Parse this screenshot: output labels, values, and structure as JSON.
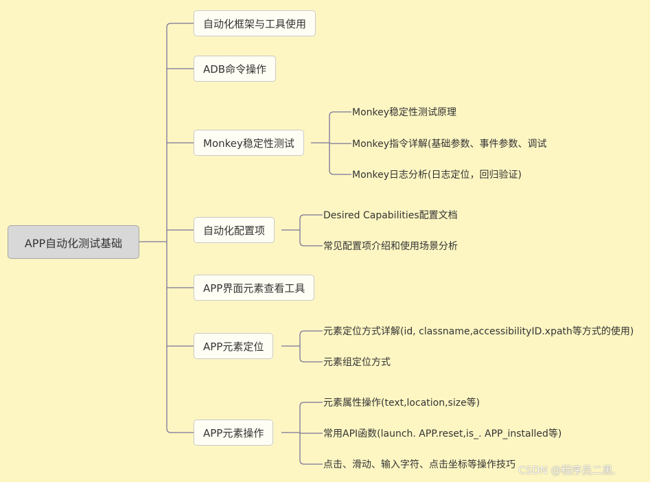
{
  "mindmap": {
    "root": "APP自动化测试基础",
    "branches": [
      {
        "label": "自动化框架与工具使用",
        "children": []
      },
      {
        "label": "ADB命令操作",
        "children": []
      },
      {
        "label": "Monkey稳定性测试",
        "children": [
          "Monkey稳定性测试原理",
          "Monkey指令详解(基础参数、事件参数、调试",
          "Monkey日志分析(日志定位，回归验证)"
        ]
      },
      {
        "label": "自动化配置项",
        "children": [
          "Desired Capabilities配置文档",
          "常见配置项介绍和使用场景分析"
        ]
      },
      {
        "label": "APP界面元素查看工具",
        "children": []
      },
      {
        "label": "APP元素定位",
        "children": [
          "元素定位方式详解(id, classname,accessibilityID.xpath等方式的使用)",
          "元素组定位方式"
        ]
      },
      {
        "label": "APP元素操作",
        "children": [
          "元素属性操作(text,location,size等)",
          "常用API函数(launch. APP.reset,is_. APP_installed等)",
          "点击、滑动、输入字符、点击坐标等操作技巧"
        ]
      }
    ]
  },
  "watermark": "CSDN @程序员二黑.",
  "colors": {
    "background": "#fdf6c3",
    "connector": "#7a7399",
    "root_fill": "#d8d8d8",
    "branch_fill": "#fffef4"
  }
}
